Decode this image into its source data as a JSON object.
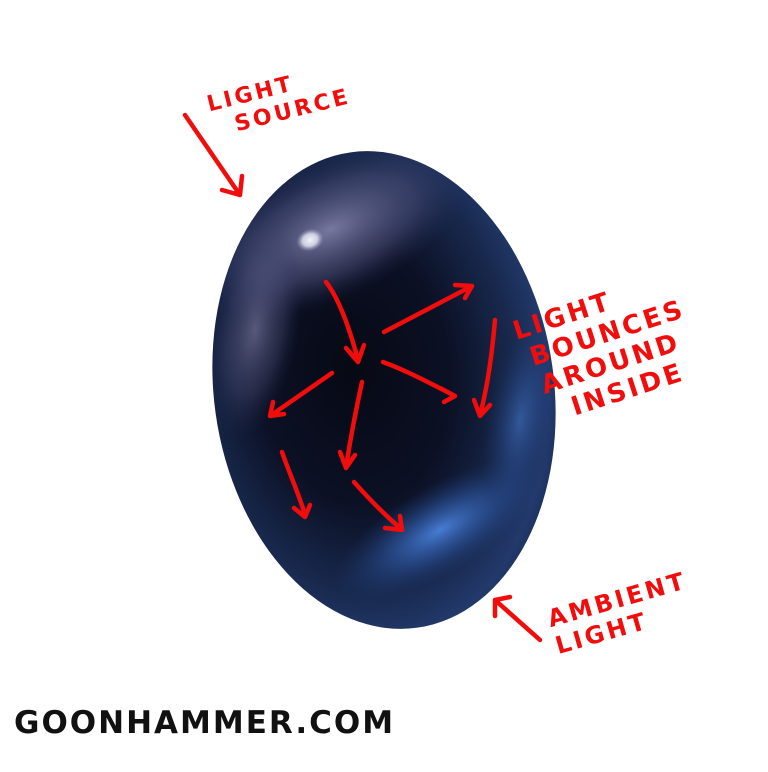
{
  "diagram": {
    "subject": "cabochon gem shading",
    "gem_colors": {
      "dark_core": "#080b18",
      "mid_navy": "#1a2a4f",
      "rim_blue": "#2e5597",
      "ambient_glow": "#3f74cf",
      "top_sheen": "#6d6f99",
      "specular": "#e8e8f2"
    },
    "annotation_color": "#f20d0d",
    "labels": {
      "light_source": [
        "LIGHT",
        "SOURCE"
      ],
      "bounce": [
        "LIGHT",
        "BOUNCES",
        "AROUND",
        "INSIDE"
      ],
      "ambient": [
        "AMBIENT",
        "LIGHT"
      ]
    },
    "brand": "GOONHAMMER.COM"
  }
}
